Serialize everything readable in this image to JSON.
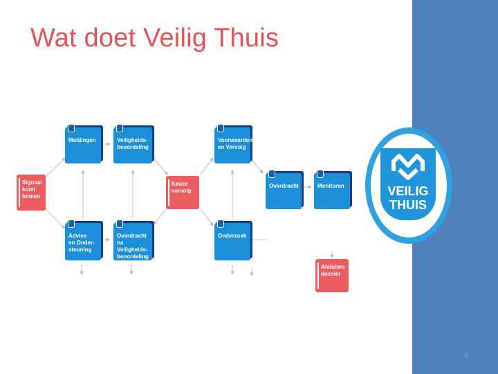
{
  "title": "Wat doet Veilig Thuis",
  "page_number": "9",
  "logo": {
    "line1": "VEILIG",
    "line2": "THUIS"
  },
  "colors": {
    "title": "#e4545a",
    "panel": "#4f81bd",
    "node_blue": "#1b8fd8",
    "node_red": "#ec5b60"
  },
  "nodes": {
    "signaal": "Signaal\nkomt\nbinnen",
    "meldingen": "Meldingen",
    "veiligheidsbeoordeling": "Veiligheids-\nbeoordeling",
    "advies": "Advies\nen Onder-\nsteuning",
    "overdracht_vb": "Overdracht\nna Veiligheids-\nbeoordeling",
    "keuze": "Keuze\nvervolg",
    "voorwaarden": "Voorwaarden\nen Vervolg",
    "onderzoek": "Onderzoek",
    "overdracht": "Overdracht",
    "monitoren": "Monitoren",
    "afsluiten": "Afsluiten\ndossier"
  }
}
